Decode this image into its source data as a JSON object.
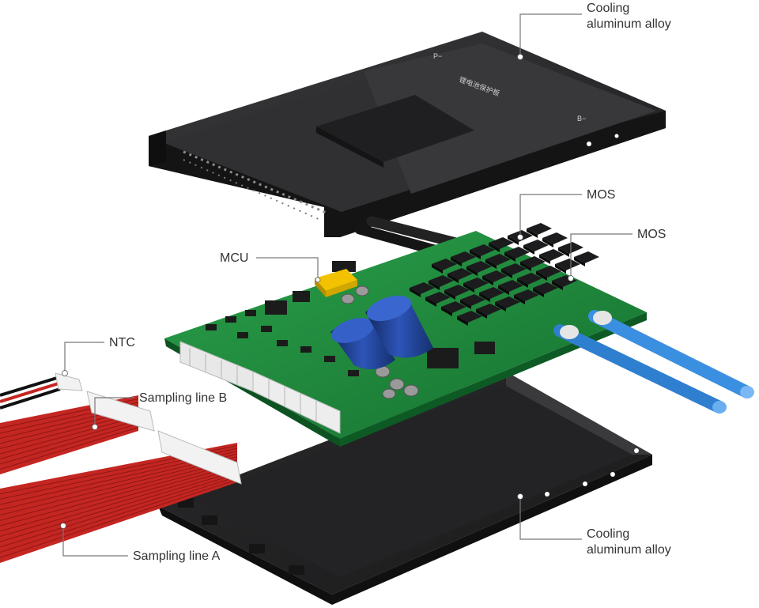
{
  "labels": {
    "cooling_top_line1": "Cooling",
    "cooling_top_line2": "aluminum alloy",
    "mos_1": "MOS",
    "mos_2": "MOS",
    "mcu": "MCU",
    "ntc": "NTC",
    "sampling_b": "Sampling line B",
    "sampling_a": "Sampling line A",
    "cooling_bottom_line1": "Cooling",
    "cooling_bottom_line2": "aluminum alloy"
  },
  "cover_print": {
    "chinese_title": "锂电池保护板",
    "p_minus": "P−",
    "b_minus": "B−"
  },
  "colors": {
    "housing": "#2a2a2c",
    "pcb": "#1f8a3a",
    "capacitor": "#1e3c8c",
    "wire_red": "#c42622",
    "wire_blue": "#2f7fd0",
    "mcu": "#f2c200",
    "label_text": "#333333",
    "leader_line": "#777777"
  }
}
